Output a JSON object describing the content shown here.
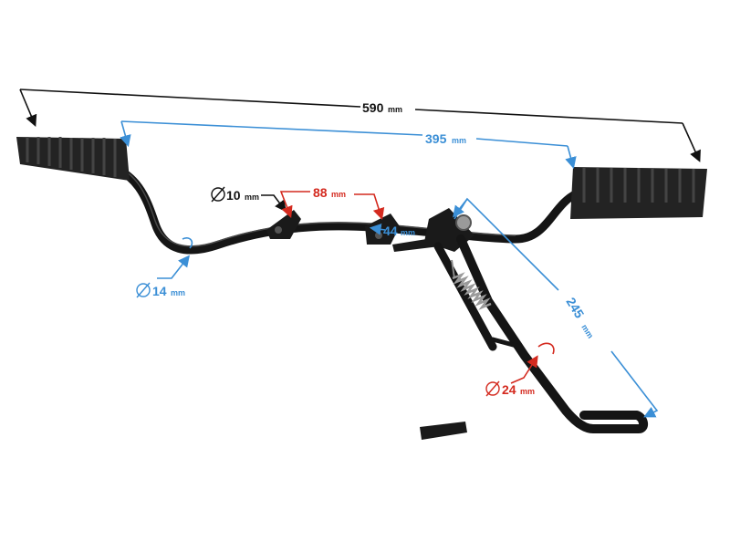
{
  "colors": {
    "black_dim": "#111111",
    "blue_dim": "#3b8fd6",
    "red_dim": "#d42a1f",
    "metal": "#151515",
    "rubber": "#2a2a2a"
  },
  "dimensions": {
    "total_width": {
      "value": "590",
      "unit": "mm"
    },
    "footrest_span": {
      "value": "395",
      "unit": "mm"
    },
    "bolt_diameter": {
      "value": "10",
      "unit": "mm",
      "symbol": "⌀"
    },
    "mount_spacing": {
      "value": "88",
      "unit": "mm"
    },
    "mount_gap": {
      "value": "44",
      "unit": "mm"
    },
    "tube_diameter": {
      "value": "14",
      "unit": "mm",
      "symbol": "⌀"
    },
    "stand_length": {
      "value": "245",
      "unit": "mm"
    },
    "stand_tube_diameter": {
      "value": "24",
      "unit": "mm",
      "symbol": "⌀"
    }
  }
}
